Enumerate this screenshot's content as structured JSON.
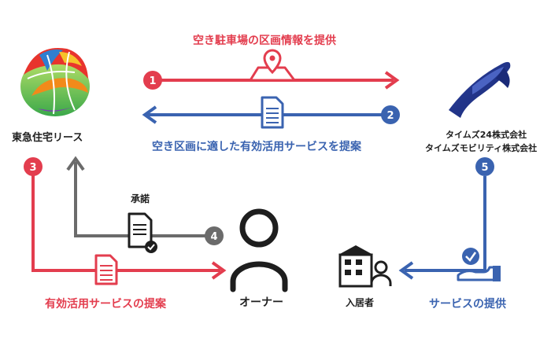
{
  "flow": {
    "step1": {
      "number": "1",
      "label": "空き駐車場の区画情報を提供"
    },
    "step2": {
      "number": "2",
      "label": "空き区画に適した有効活用サービスを提案"
    },
    "step3": {
      "number": "3",
      "label": "有効活用サービスの提案"
    },
    "step4": {
      "number": "4",
      "label": "承諾"
    },
    "step5": {
      "number": "5",
      "label": "サービスの提供"
    }
  },
  "parties": {
    "left_company": "東急住宅リース",
    "right_company_line1": "タイムズ24株式会社",
    "right_company_line2": "タイムズモビリティ株式会社",
    "owner": "オーナー",
    "resident": "入居者"
  },
  "colors": {
    "red": "#e33d4e",
    "blue": "#3a63b0",
    "gray": "#6b6b6b",
    "dark": "#1e1e1e"
  },
  "icons": [
    "location-pin-icon",
    "document-icon",
    "document-check-icon",
    "person-icon",
    "building-person-icon",
    "hand-check-icon",
    "tokyu-logo-icon",
    "times-ribbon-logo-icon"
  ]
}
